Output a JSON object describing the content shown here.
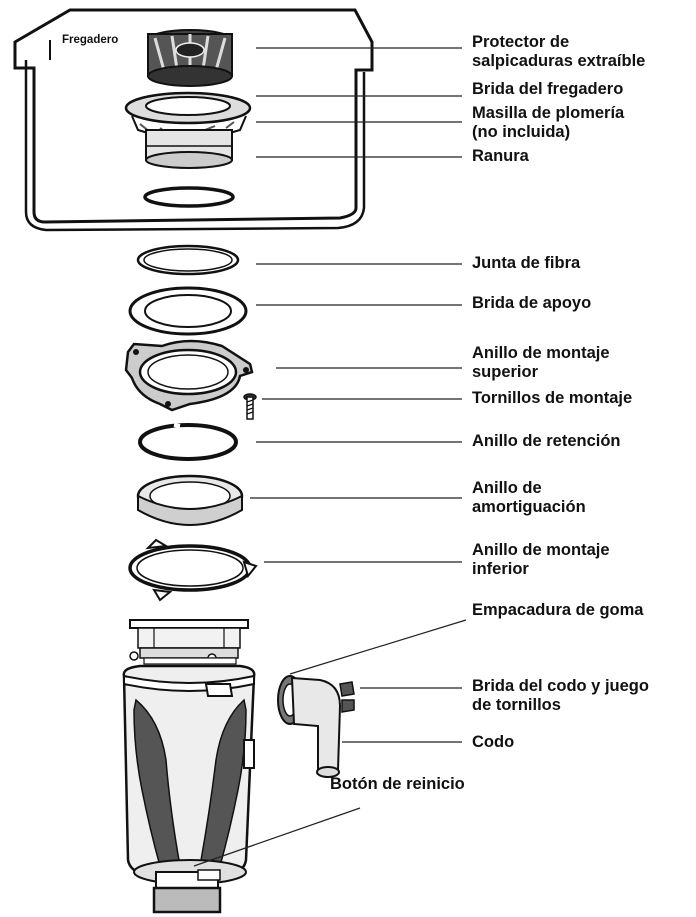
{
  "sink_label": "Fregadero",
  "parts": {
    "splash_guard": "Protector de",
    "splash_guard_2": "salpicaduras extraíble",
    "sink_flange": "Brida del fregadero",
    "putty": "Masilla de plomería",
    "putty_2": "(no incluida)",
    "groove": "Ranura",
    "fiber_gasket": "Junta de fibra",
    "backup_flange": "Brida de apoyo",
    "upper_mount": "Anillo de montaje",
    "upper_mount_2": "superior",
    "mount_screws": "Tornillos de montaje",
    "snap_ring": "Anillo de retención",
    "cushion": "Anillo de",
    "cushion_2": "amortiguación",
    "lower_mount": "Anillo de montaje",
    "lower_mount_2": "inferior",
    "rubber_gasket": "Empacadura de goma",
    "elbow_flange": "Brida del codo y juego",
    "elbow_flange_2": "de tornillos",
    "elbow": "Codo",
    "reset": "Botón de reinicio"
  }
}
